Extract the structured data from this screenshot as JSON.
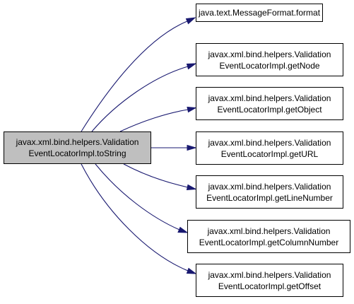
{
  "diagram": {
    "source": {
      "line1": "javax.xml.bind.helpers.Validation",
      "line2": "EventLocatorImpl.toString"
    },
    "targets": [
      {
        "line1": "java.text.MessageFormat.format",
        "line2": ""
      },
      {
        "line1": "javax.xml.bind.helpers.Validation",
        "line2": "EventLocatorImpl.getNode"
      },
      {
        "line1": "javax.xml.bind.helpers.Validation",
        "line2": "EventLocatorImpl.getObject"
      },
      {
        "line1": "javax.xml.bind.helpers.Validation",
        "line2": "EventLocatorImpl.getURL"
      },
      {
        "line1": "javax.xml.bind.helpers.Validation",
        "line2": "EventLocatorImpl.getLineNumber"
      },
      {
        "line1": "javax.xml.bind.helpers.Validation",
        "line2": "EventLocatorImpl.getColumnNumber"
      },
      {
        "line1": "javax.xml.bind.helpers.Validation",
        "line2": "EventLocatorImpl.getOffset"
      }
    ],
    "colors": {
      "edge": "#191970",
      "source_fill": "#bfbfbf",
      "node_fill": "#ffffff",
      "border": "#000000"
    }
  }
}
